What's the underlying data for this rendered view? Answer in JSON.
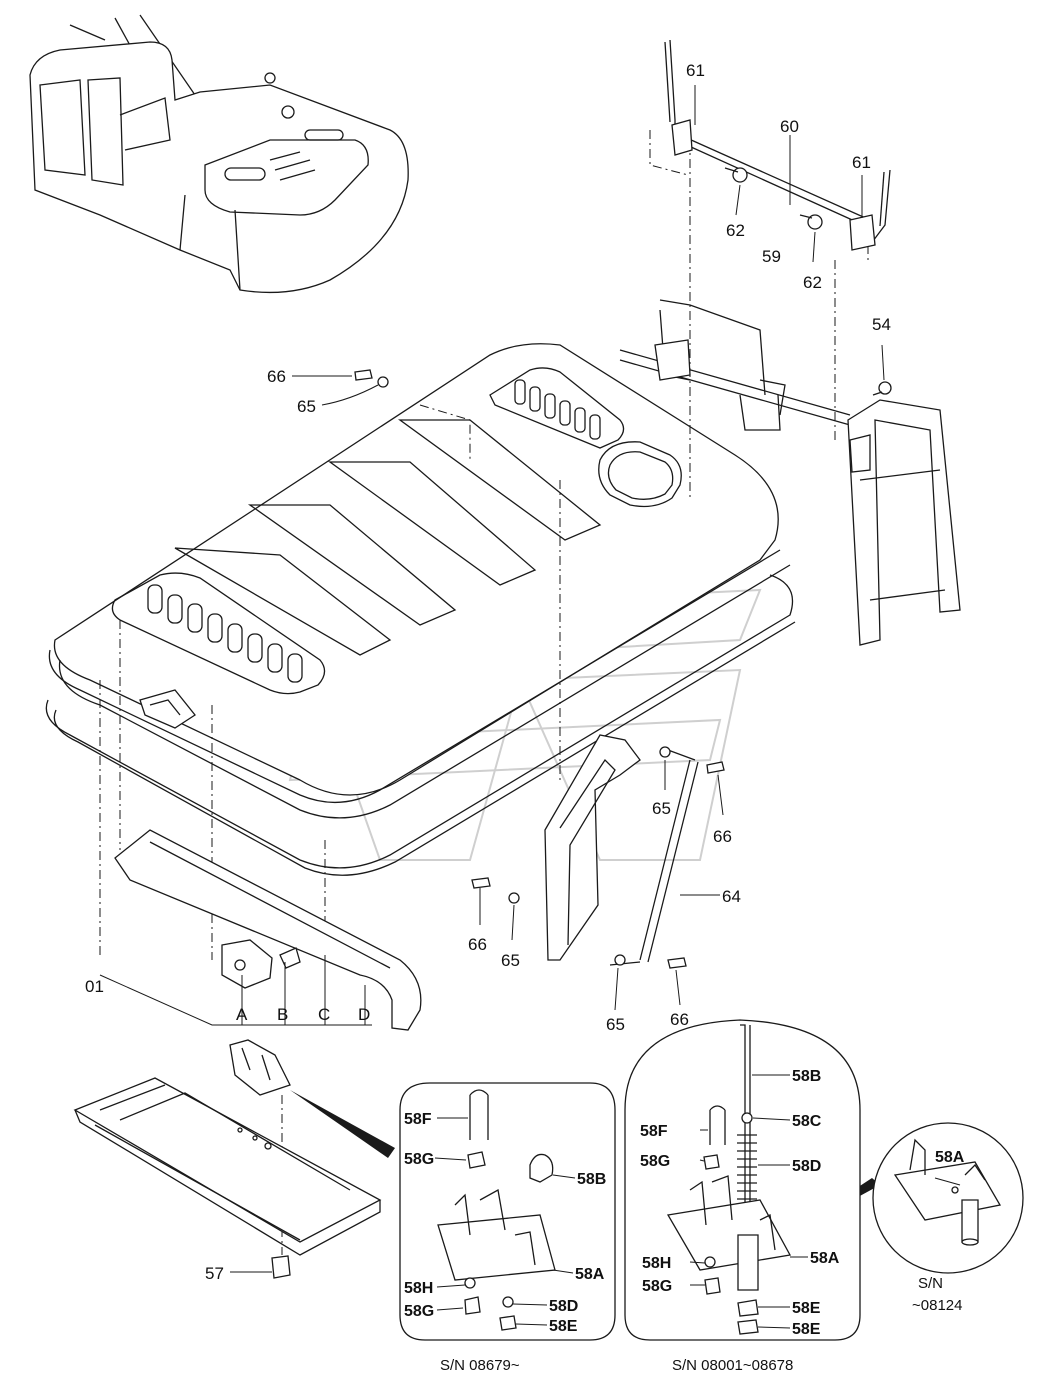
{
  "labels": {
    "p01": "01",
    "pA": "A",
    "pB": "B",
    "pC": "C",
    "pD": "D",
    "p54": "54",
    "p57": "57",
    "p59": "59",
    "p60": "60",
    "p61a": "61",
    "p61b": "61",
    "p62a": "62",
    "p62b": "62",
    "p64": "64",
    "p65a": "65",
    "p65b": "65",
    "p65c": "65",
    "p65d": "65",
    "p66a": "66",
    "p66b": "66",
    "p66c": "66",
    "p66d": "66"
  },
  "detail_1": {
    "caption": "S/N 08679~",
    "labels": {
      "p58F": "58F",
      "p58G_top": "58G",
      "p58B": "58B",
      "p58A": "58A",
      "p58H": "58H",
      "p58G_bot": "58G",
      "p58D": "58D",
      "p58E": "58E"
    }
  },
  "detail_2": {
    "caption": "S/N 08001~08678",
    "labels": {
      "p58B": "58B",
      "p58F": "58F",
      "p58C": "58C",
      "p58G_top": "58G",
      "p58D": "58D",
      "p58A": "58A",
      "p58H": "58H",
      "p58G_bot": "58G",
      "p58E_a": "58E",
      "p58E_b": "58E"
    }
  },
  "detail_3": {
    "caption_line1": "S/N",
    "caption_line2": "~08124",
    "labels": {
      "p58A": "58A"
    }
  }
}
